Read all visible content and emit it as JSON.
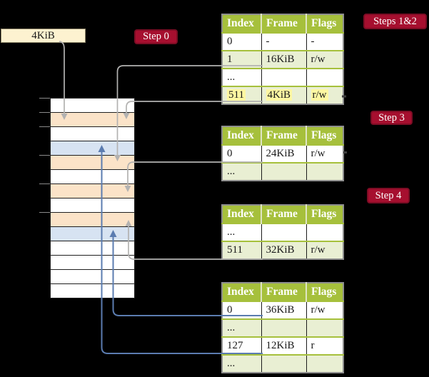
{
  "frame_box": {
    "label": "4KiB"
  },
  "steps": {
    "step0": "Step 0",
    "steps12": "Steps 1&2",
    "step3": "Step 3",
    "step4": "Step 4"
  },
  "memory": {
    "frames": [
      {
        "kind": "free"
      },
      {
        "kind": "table"
      },
      {
        "kind": "free"
      },
      {
        "kind": "page"
      },
      {
        "kind": "table"
      },
      {
        "kind": "free"
      },
      {
        "kind": "table"
      },
      {
        "kind": "free"
      },
      {
        "kind": "table"
      },
      {
        "kind": "page"
      },
      {
        "kind": "free"
      },
      {
        "kind": "free"
      },
      {
        "kind": "free"
      },
      {
        "kind": "free"
      }
    ]
  },
  "tables": [
    {
      "columns": [
        "Index",
        "Frame",
        "Flags"
      ],
      "rows": [
        {
          "index": "0",
          "frame": "-",
          "flags": "-"
        },
        {
          "index": "1",
          "frame": "16KiB",
          "flags": "r/w"
        },
        {
          "index": "...",
          "frame": "",
          "flags": ""
        },
        {
          "index": "511",
          "frame": "4KiB",
          "flags": "r/w",
          "highlight": true
        }
      ]
    },
    {
      "columns": [
        "Index",
        "Frame",
        "Flags"
      ],
      "rows": [
        {
          "index": "0",
          "frame": "24KiB",
          "flags": "r/w"
        },
        {
          "index": "...",
          "frame": "",
          "flags": ""
        }
      ]
    },
    {
      "columns": [
        "Index",
        "Frame",
        "Flags"
      ],
      "rows": [
        {
          "index": "...",
          "frame": "",
          "flags": ""
        },
        {
          "index": "511",
          "frame": "32KiB",
          "flags": "r/w"
        }
      ]
    },
    {
      "columns": [
        "Index",
        "Frame",
        "Flags"
      ],
      "rows": [
        {
          "index": "0",
          "frame": "36KiB",
          "flags": "r/w"
        },
        {
          "index": "...",
          "frame": "",
          "flags": ""
        },
        {
          "index": "127",
          "frame": "12KiB",
          "flags": "r"
        },
        {
          "index": "...",
          "frame": "",
          "flags": ""
        }
      ]
    }
  ],
  "connections": [
    {
      "from": "4KiB-box",
      "to": "memory-frame-4KiB",
      "color": "gray"
    },
    {
      "from": "table1-row-1",
      "to": "memory-frame-16KiB",
      "color": "gray"
    },
    {
      "from": "table1-row-511",
      "to": "memory-frame-4KiB",
      "color": "gray"
    },
    {
      "from": "table2-row-0",
      "to": "memory-frame-24KiB",
      "color": "gray"
    },
    {
      "from": "table3-row-511",
      "to": "memory-frame-32KiB",
      "color": "gray"
    },
    {
      "from": "table4-row-0",
      "to": "memory-frame-36KiB",
      "color": "blue"
    },
    {
      "from": "table4-row-127",
      "to": "memory-frame-12KiB",
      "color": "blue"
    }
  ],
  "colors": {
    "background": "#000000",
    "header_green": "#a6c03c",
    "row_light_green": "#e9efd3",
    "frame_table_peach": "#fbe3c8",
    "mapped_page_blue": "#d7e3f2",
    "frame_box_cream": "#fdf2d0",
    "badge_red": "#a60f2f",
    "highlight_yellow": "#fdf7a2",
    "connector_gray": "#b3b2b1",
    "connector_blue": "#5b7cb0"
  }
}
